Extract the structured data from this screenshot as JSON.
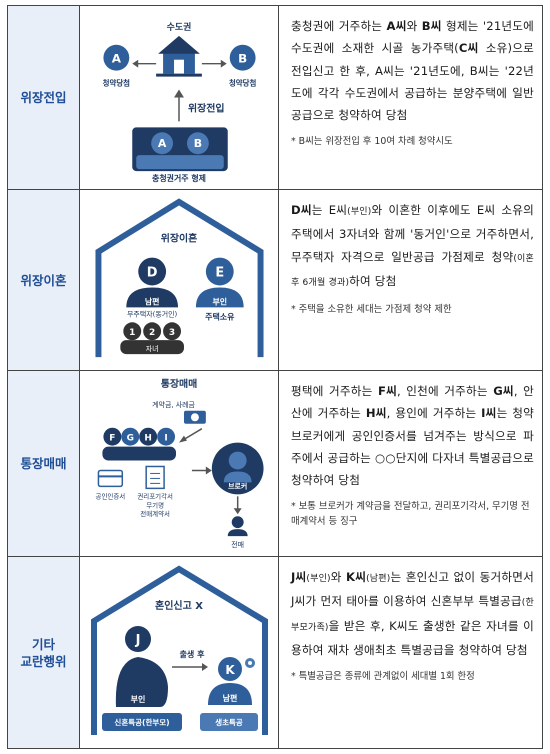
{
  "rows": [
    {
      "label": "위장전입",
      "ill": {
        "region": "수도권",
        "a": "A",
        "b": "B",
        "win_a": "청약당첨",
        "win_b": "청약당첨",
        "arrow": "위장전입",
        "bottom": "충청권거주 형제"
      },
      "text": [
        "충청권에 거주하는 ",
        "A씨",
        "와 ",
        "B씨",
        " 형제는 '21년도에 수도권에 소재한 시골 농가주택(",
        "C씨",
        " 소유)으로 전입신고 한 후, A씨는 '21년도에, B씨는 '22년도에 각각 수도권에서 공급하는 분양주택에 일반공급으로 청약하여 당첨"
      ],
      "note": "* B씨는 위장전입 후 10여 차례 청약시도"
    },
    {
      "label": "위장이혼",
      "ill": {
        "title": "위장이혼",
        "d": "D",
        "e": "E",
        "husband": "남편",
        "husband_sub": "무주택자(동거인)",
        "wife": "부인",
        "wife_sub": "주택소유",
        "kids": [
          "1",
          "2",
          "3"
        ],
        "kids_label": "자녀"
      },
      "text": [
        "D씨",
        "는 E씨",
        "(부인)",
        "와 이혼한 이후에도 E씨 소유의 주택에서 3자녀와 함께 '동거인'으로 거주하면서, 무주택자 자격으로 일반공급 가점제로 청약",
        "(이혼 후 6개월 경과)",
        "하여 당첨"
      ],
      "note": "* 주택을 소유한 세대는 가점제 청약 제한"
    },
    {
      "label": "통장매매",
      "ill": {
        "title": "통장매매",
        "money": "계약금, 사례금",
        "people": [
          "F",
          "G",
          "H",
          "I"
        ],
        "broker": "브로커",
        "docs": [
          "공인인증서",
          "권리포기각서",
          "무기명",
          "전매계약서"
        ],
        "resale": "전매"
      },
      "text": [
        "평택에 거주하는 ",
        "F씨",
        ", 인천에 거주하는 ",
        "G씨",
        ", 안산에 거주하는 ",
        "H씨",
        ", 용인에 거주하는 ",
        "I씨",
        "는 청약브로커에게 공인인증서를 넘겨주는 방식으로 파주에서 공급하는 ○○단지에 다자녀 특별공급으로 청약하여 당첨"
      ],
      "note": "* 보통 브로커가 계약금을 전달하고, 권리포기각서, 무기명 전매계약서 등 징구"
    },
    {
      "label": "기타\n교란행위",
      "label_lines": [
        "기타",
        "교란행위"
      ],
      "ill": {
        "title": "혼인신고 X",
        "j": "J",
        "k": "K",
        "after_birth": "출생 후",
        "wife": "부인",
        "husband": "남편",
        "btn_left": "신혼특공(한부모)",
        "btn_right": "생초특공"
      },
      "text": [
        "J씨",
        "(부인)",
        "와 ",
        "K씨",
        "(남편)",
        "는 혼인신고 없이 동거하면서 J씨가 먼저 태아를 이용하여 신혼부부 특별공급",
        "(한부모가족)",
        "을 받은 후, K씨도 출생한 같은 자녀를 이용하여 재차 생애최초 특별공급을 청약하여 당첨"
      ],
      "note": "* 특별공급은 종류에 관계없이 세대별 1회 한정"
    }
  ],
  "colors": {
    "navy": "#1f3a63",
    "blue": "#2f5f9a",
    "light": "#e9eff8",
    "label": "#1f4e96"
  }
}
